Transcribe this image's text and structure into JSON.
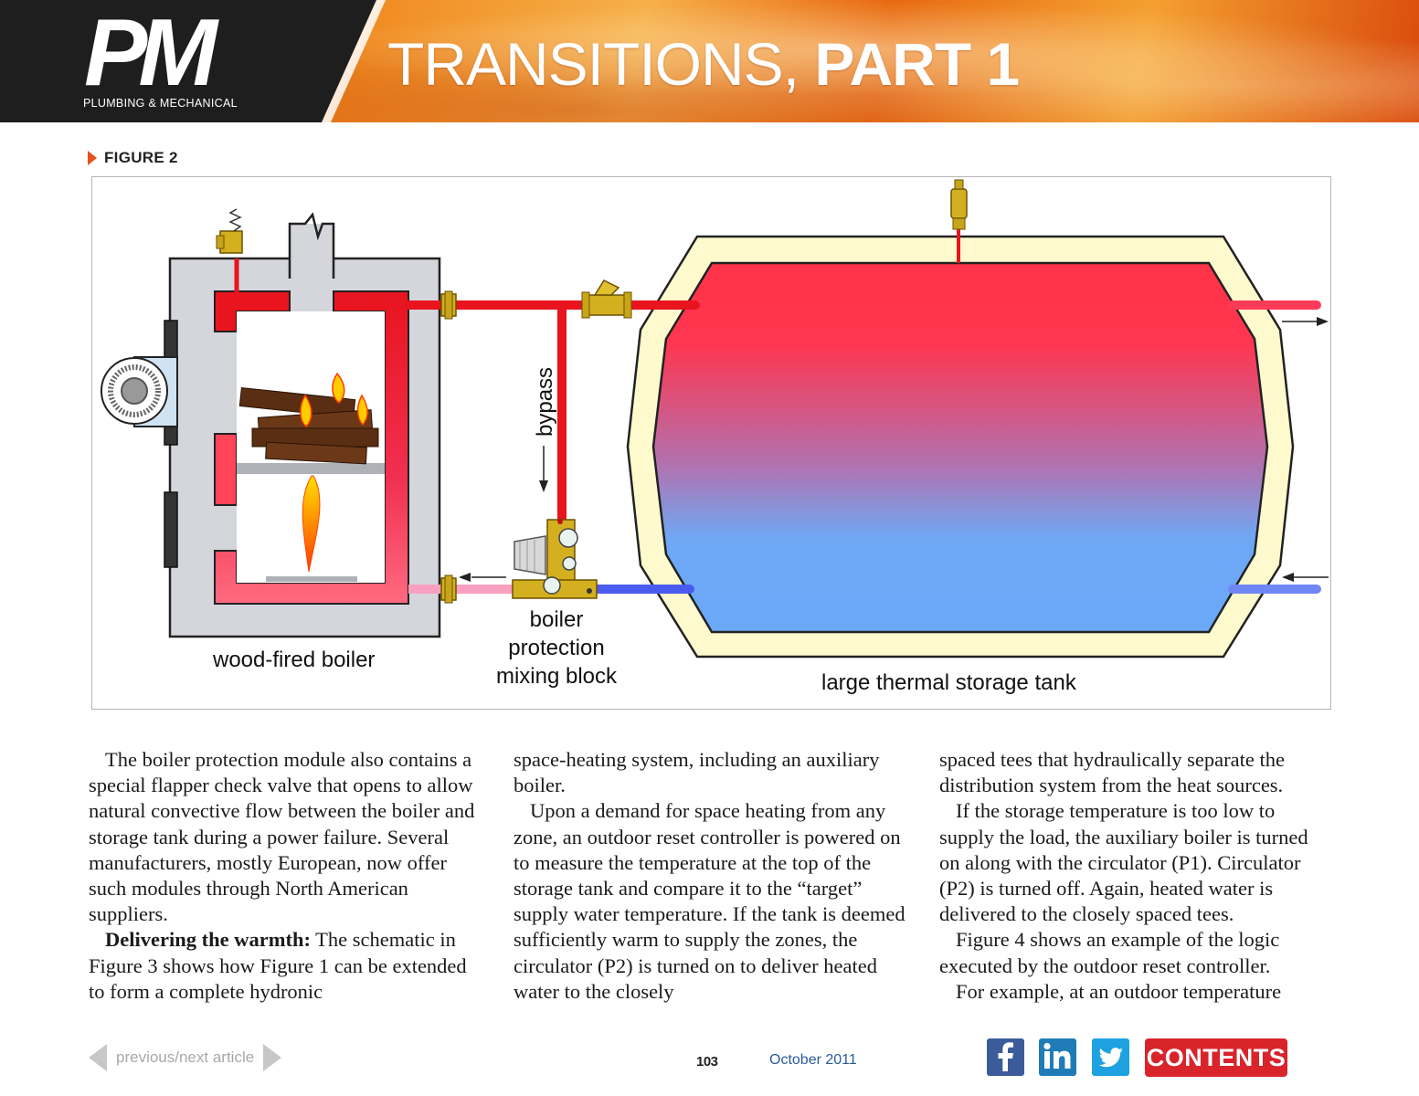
{
  "header": {
    "logo": "PM",
    "logo_sub": "PLUMBING & MECHANICAL",
    "title_light": "TRANSITIONS, ",
    "title_bold": "PART 1"
  },
  "figure": {
    "label": "FIGURE 2",
    "labels": {
      "boiler": "wood-fired boiler",
      "mixing_1": "boiler",
      "mixing_2": "protection",
      "mixing_3": "mixing block",
      "tank": "large thermal storage tank",
      "bypass": "bypass"
    }
  },
  "body": {
    "col1": {
      "p1": "The boiler protection module also contains a special flapper check valve that opens to allow natural convective flow between the boiler and storage tank during a power failure. Several manufacturers, mostly European, now offer such modules through North American suppliers.",
      "p2_lead": "Delivering the warmth:",
      "p2_rest": " The schematic in Figure 3 shows how Figure 1 can be extended to form a complete hydronic"
    },
    "col2": {
      "p1": "space-heating system, including an auxiliary boiler.",
      "p2": "Upon a demand for space heating from any zone, an outdoor reset controller is powered on to measure the temperature at the top of the storage tank and compare it to the “target” supply water temperature. If the tank is deemed sufficiently warm to supply the zones, the circulator (P2) is turned on to deliver heated water to the closely"
    },
    "col3": {
      "p1": "spaced tees that hydraulically separate the distribution system from the heat sources.",
      "p2": "If the storage temperature is too low to supply the load, the auxiliary boiler is turned on along with the circulator (P1). Circulator (P2) is turned off. Again, heated water is delivered to the closely spaced tees.",
      "p3": "Figure 4 shows an example of the logic executed by the outdoor reset controller.",
      "p4": "For example, at an outdoor temperature"
    }
  },
  "footer": {
    "prev_next": "previous/next article",
    "page_number": "103",
    "issue_date": "October 2011",
    "contents": "CONTENTS",
    "social_icons": [
      "facebook-icon",
      "linkedin-icon",
      "twitter-icon"
    ]
  },
  "colors": {
    "accent_orange": "#e8501a",
    "hot_pipe": "#e8141e",
    "cool_pipe": "#4a5cf0",
    "return_pipe": "#f8a0c0",
    "contents_red": "#d8242a"
  }
}
